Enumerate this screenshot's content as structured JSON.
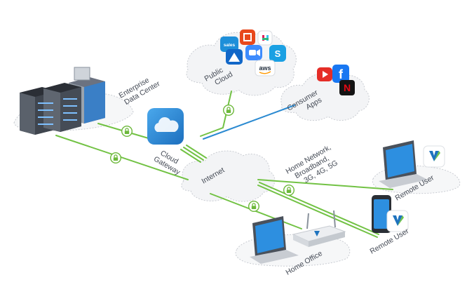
{
  "labels": {
    "enterprise_line1": "Enterprise",
    "enterprise_line2": "Data Center",
    "cloud_gateway_line1": "Cloud",
    "cloud_gateway_line2": "Gateway",
    "public_cloud_line1": "Public",
    "public_cloud_line2": "Cloud",
    "consumer_apps_line1": "Consumer",
    "consumer_apps_line2": "Apps",
    "internet": "Internet",
    "home_network_line1": "Home Network,",
    "home_network_line2": "Broadband,",
    "home_network_line3": "3G, 4G, 5G",
    "remote_user_laptop": "Remote User",
    "remote_user_phone": "Remote User",
    "home_office": "Home Office"
  },
  "app_icons": {
    "aws": "aws",
    "netflix": "N",
    "facebook": "f",
    "skype": "S",
    "salesforce": "sales"
  },
  "colors": {
    "link_green": "#72c244",
    "link_blue": "#2b8ad1",
    "lock_green": "#6cb83a",
    "gateway_blue": "#2a86d0",
    "cloud_fill": "#f3f4f6",
    "cloud_dash": "#c9ccd2"
  }
}
